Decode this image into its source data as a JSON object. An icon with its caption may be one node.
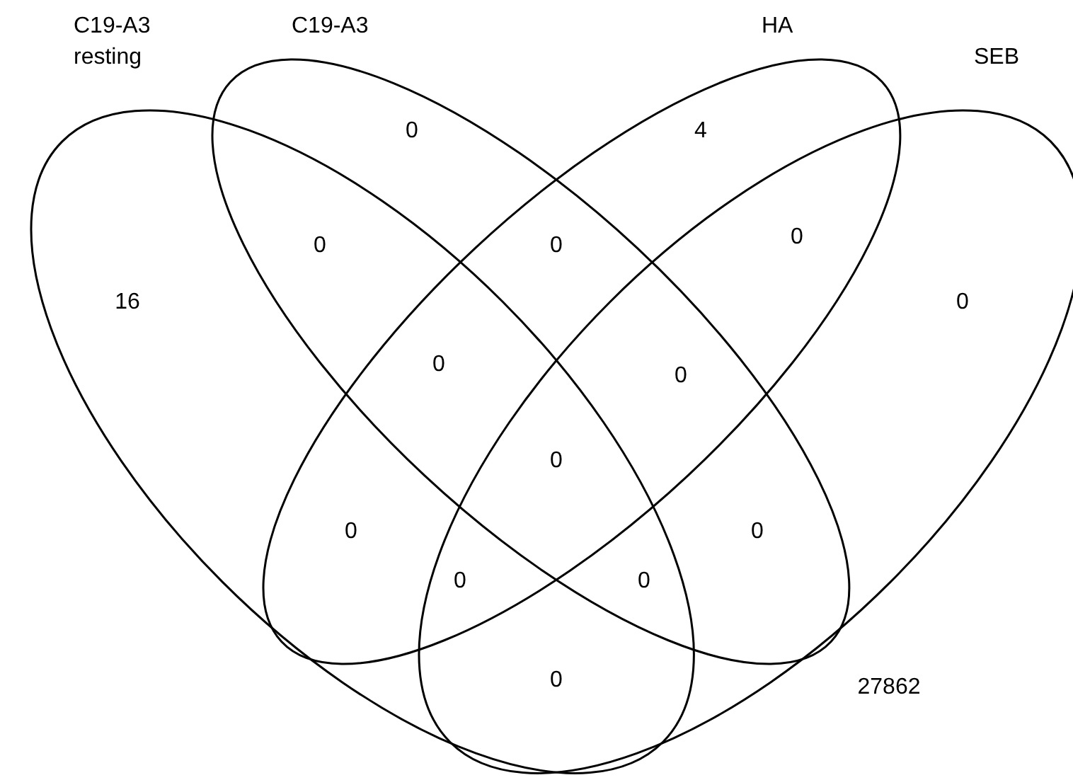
{
  "diagram": {
    "nodes": [
      {
        "text": [
          "C19-A3 resting"
        ]
      },
      {
        "text": [
          "C19-A3"
        ]
      },
      {
        "text": [
          "HA"
        ]
      },
      {
        "text": [
          "SEB"
        ]
      }
    ],
    "labels": [
      "0",
      "4",
      "0",
      "0",
      "0",
      "16",
      "0",
      "0",
      "0",
      "0",
      "0",
      "0",
      "0",
      "0",
      "0",
      "27862"
    ]
  }
}
